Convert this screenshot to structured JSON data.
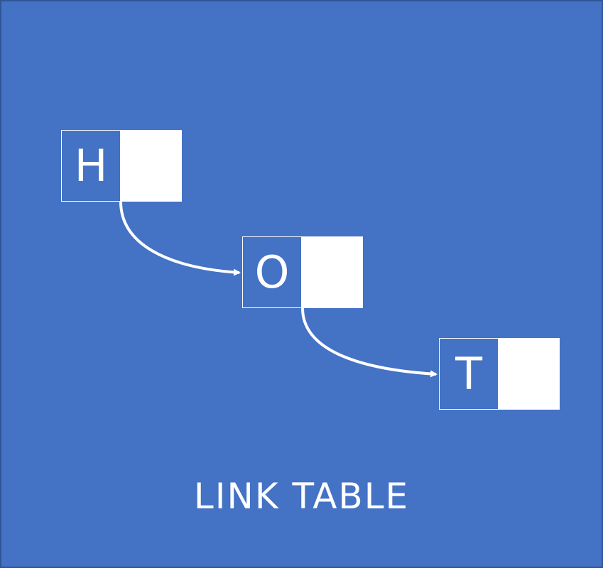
{
  "colors": {
    "background": "#4472c4",
    "border": "#2f5597",
    "foreground": "#ffffff"
  },
  "nodes": [
    {
      "label": "H"
    },
    {
      "label": "O"
    },
    {
      "label": "T"
    }
  ],
  "links": [
    {
      "from": "H",
      "to": "O"
    },
    {
      "from": "O",
      "to": "T"
    }
  ],
  "caption": "LINK  TABLE"
}
